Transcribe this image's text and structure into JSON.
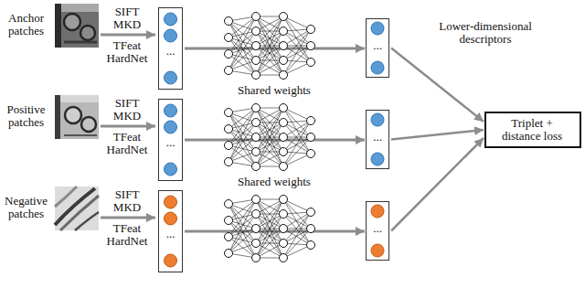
{
  "diagram": {
    "nodes": [
      {
        "text": [
          "..."
        ]
      },
      {
        "text": [
          "..."
        ]
      },
      {
        "text": [
          "..."
        ]
      },
      {
        "text": [
          "..."
        ]
      },
      {
        "text": [
          "Triplet + distance loss"
        ]
      },
      {
        "text": [
          "..."
        ]
      },
      {
        "text": [
          "..."
        ]
      }
    ],
    "edges": [
      {
        "from": 0,
        "to": 1,
        "arrow": "to"
      },
      {
        "from": 2,
        "to": 3,
        "arrow": "to"
      },
      {
        "from": 5,
        "to": 6,
        "arrow": "to"
      },
      {
        "from": 1,
        "to": 4,
        "arrow": "to"
      },
      {
        "from": 3,
        "to": 4,
        "arrow": "to"
      },
      {
        "from": 6,
        "to": 4,
        "arrow": "to"
      }
    ],
    "labels": [
      "Anchor patches",
      "SIFT MKD",
      "TFeat HardNet",
      "Shared weights",
      "Lower-dimensional descriptors",
      "Positive patches",
      "SIFT MKD",
      "TFeat HardNet",
      "Shared weights",
      "Negative patches",
      "SIFT MKD",
      "TFeat HardNet"
    ]
  }
}
